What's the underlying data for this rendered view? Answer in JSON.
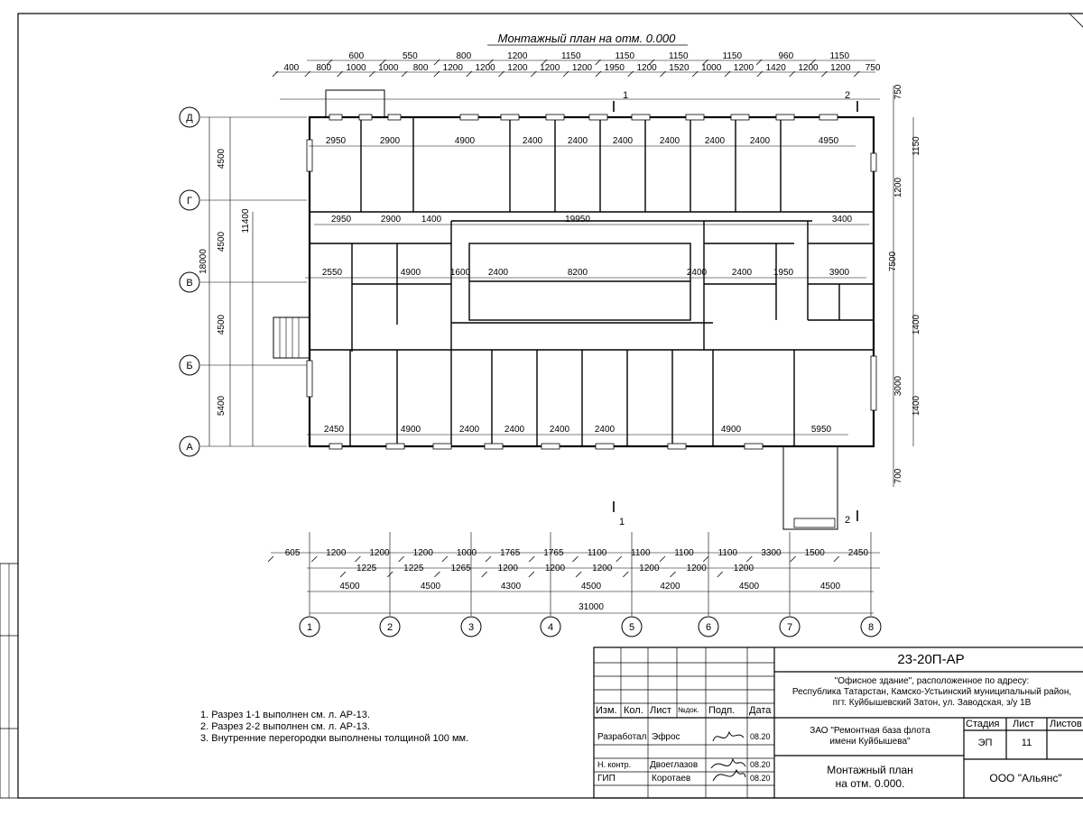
{
  "plan_title": "Монтажный план на отм. 0.000",
  "axes_x": [
    "1",
    "2",
    "3",
    "4",
    "5",
    "6",
    "7",
    "8"
  ],
  "axes_y": [
    "Д",
    "Г",
    "В",
    "Б",
    "А"
  ],
  "dims_top_outer": [
    "400",
    "800",
    "1000",
    "1000",
    "800",
    "1200",
    "1200",
    "1200",
    "1200",
    "1200",
    "1950",
    "1200",
    "1520",
    "1000",
    "1200",
    "1420",
    "1200",
    "1200",
    "750"
  ],
  "dims_top_inner": [
    "600",
    "550",
    "800",
    "1200",
    "1150",
    "1150",
    "1150",
    "1150",
    "960",
    "1150"
  ],
  "dims_bottom_1": [
    "605",
    "1200",
    "1200",
    "1200",
    "1000",
    "1765",
    "1765",
    "1100",
    "1100",
    "1100",
    "1100",
    "3300",
    "1500",
    "2450"
  ],
  "dims_bottom_2": [
    "1225",
    "1225",
    "1265",
    "1200",
    "1200",
    "1200",
    "1200",
    "1200",
    "1200"
  ],
  "dims_bottom_axes": [
    "4500",
    "4500",
    "4300",
    "4500",
    "4200",
    "4500",
    "4500"
  ],
  "dims_bottom_total": "31000",
  "dims_left": [
    "4500",
    "4500",
    "4500",
    "5400",
    "11400",
    "18000"
  ],
  "dims_right": [
    "750",
    "1150",
    "1200",
    "7500",
    "1400",
    "3000",
    "1400",
    "700"
  ],
  "rooms_row1": [
    "2950",
    "2900",
    "4900",
    "2400",
    "2400",
    "2400",
    "2400",
    "2400",
    "2400",
    "4950"
  ],
  "rooms_row2": [
    "2950",
    "2900",
    "1400",
    "19950",
    "3400"
  ],
  "rooms_row3": [
    "2550",
    "4900",
    "1600",
    "2400",
    "8200",
    "2400",
    "2400",
    "1950",
    "3900"
  ],
  "rooms_row4": [
    "2450",
    "4900",
    "2400",
    "2400",
    "2400",
    "2400",
    "4900",
    "5950"
  ],
  "section_marks": [
    "1",
    "2",
    "1",
    "2"
  ],
  "notes": [
    "1. Разрез 1-1 выполнен см. л. АР-13.",
    "2. Разрез 2-2 выполнен см. л. АР-13.",
    "3. Внутренние перегородки выполнены толщиной 100 мм."
  ],
  "stamp": {
    "code": "23-20П-АР",
    "object": "\"Офисное здание\", расположенное по адресу:\nРеспублика Татарстан, Камско-Устьинский муниципальный район,\nпгт. Куйбышевский Затон, ул. Заводская, з/у 1В",
    "hdr_izm": "Изм.",
    "hdr_kol": "Кол.",
    "hdr_list": "Лист",
    "hdr_ndok": "№док.",
    "hdr_podp": "Подп.",
    "hdr_data": "Дата",
    "role_1": "Разработал",
    "name_1": "Эфрос",
    "date_1": "08.20",
    "role_2": "Н. контр.",
    "name_2": "Двоеглазов",
    "date_2": "08.20",
    "role_3": "ГИП",
    "name_3": "Коротаев",
    "date_3": "08.20",
    "org_client": "ЗАО \"Ремонтная база флота\nимени Куйбышева\"",
    "stage_hdr": "Стадия",
    "sheet_hdr": "Лист",
    "sheets_hdr": "Листов",
    "stage": "ЭП",
    "sheet": "11",
    "drawing_title": "Монтажный план\nна отм. 0.000.",
    "org_designer": "ООО \"Альянс\""
  }
}
